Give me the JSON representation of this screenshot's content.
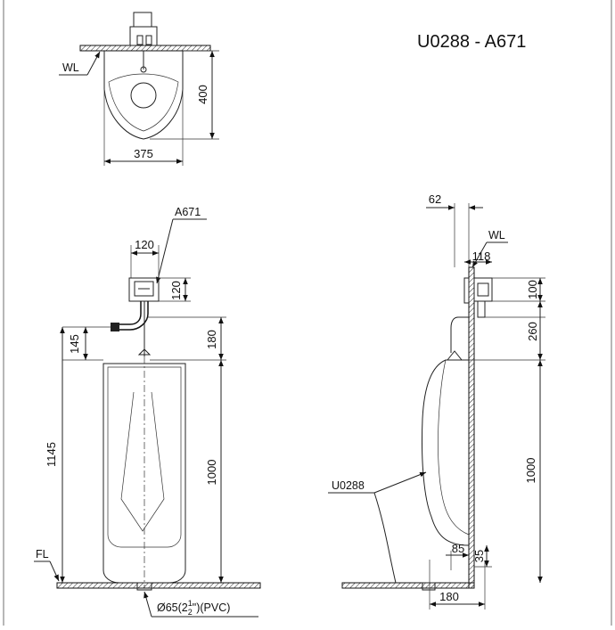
{
  "title": "U0288 - A671",
  "labels": {
    "wl_top": "WL",
    "wl_side": "WL",
    "fl": "FL",
    "valve": "A671",
    "urinal": "U0288",
    "outlet_prefix": "Ø65(2",
    "outlet_frac_num": "1",
    "outlet_frac_den": "2",
    "outlet_suffix": "\")(PVC)"
  },
  "dimensions": {
    "top_depth": "400",
    "top_width": "375",
    "valve_width": "120",
    "valve_height": "120",
    "valve_to_pipe": "145",
    "valve_to_spud": "180",
    "overall_height": "1145",
    "spud_height": "1000",
    "side_wall_offset": "62",
    "side_valve_depth": "118",
    "side_valve_height": "100",
    "side_valve_to_spud": "260",
    "side_spud_height": "1000",
    "side_outlet_offset": "85",
    "side_outlet_height": "35",
    "side_outlet_distance": "180"
  }
}
